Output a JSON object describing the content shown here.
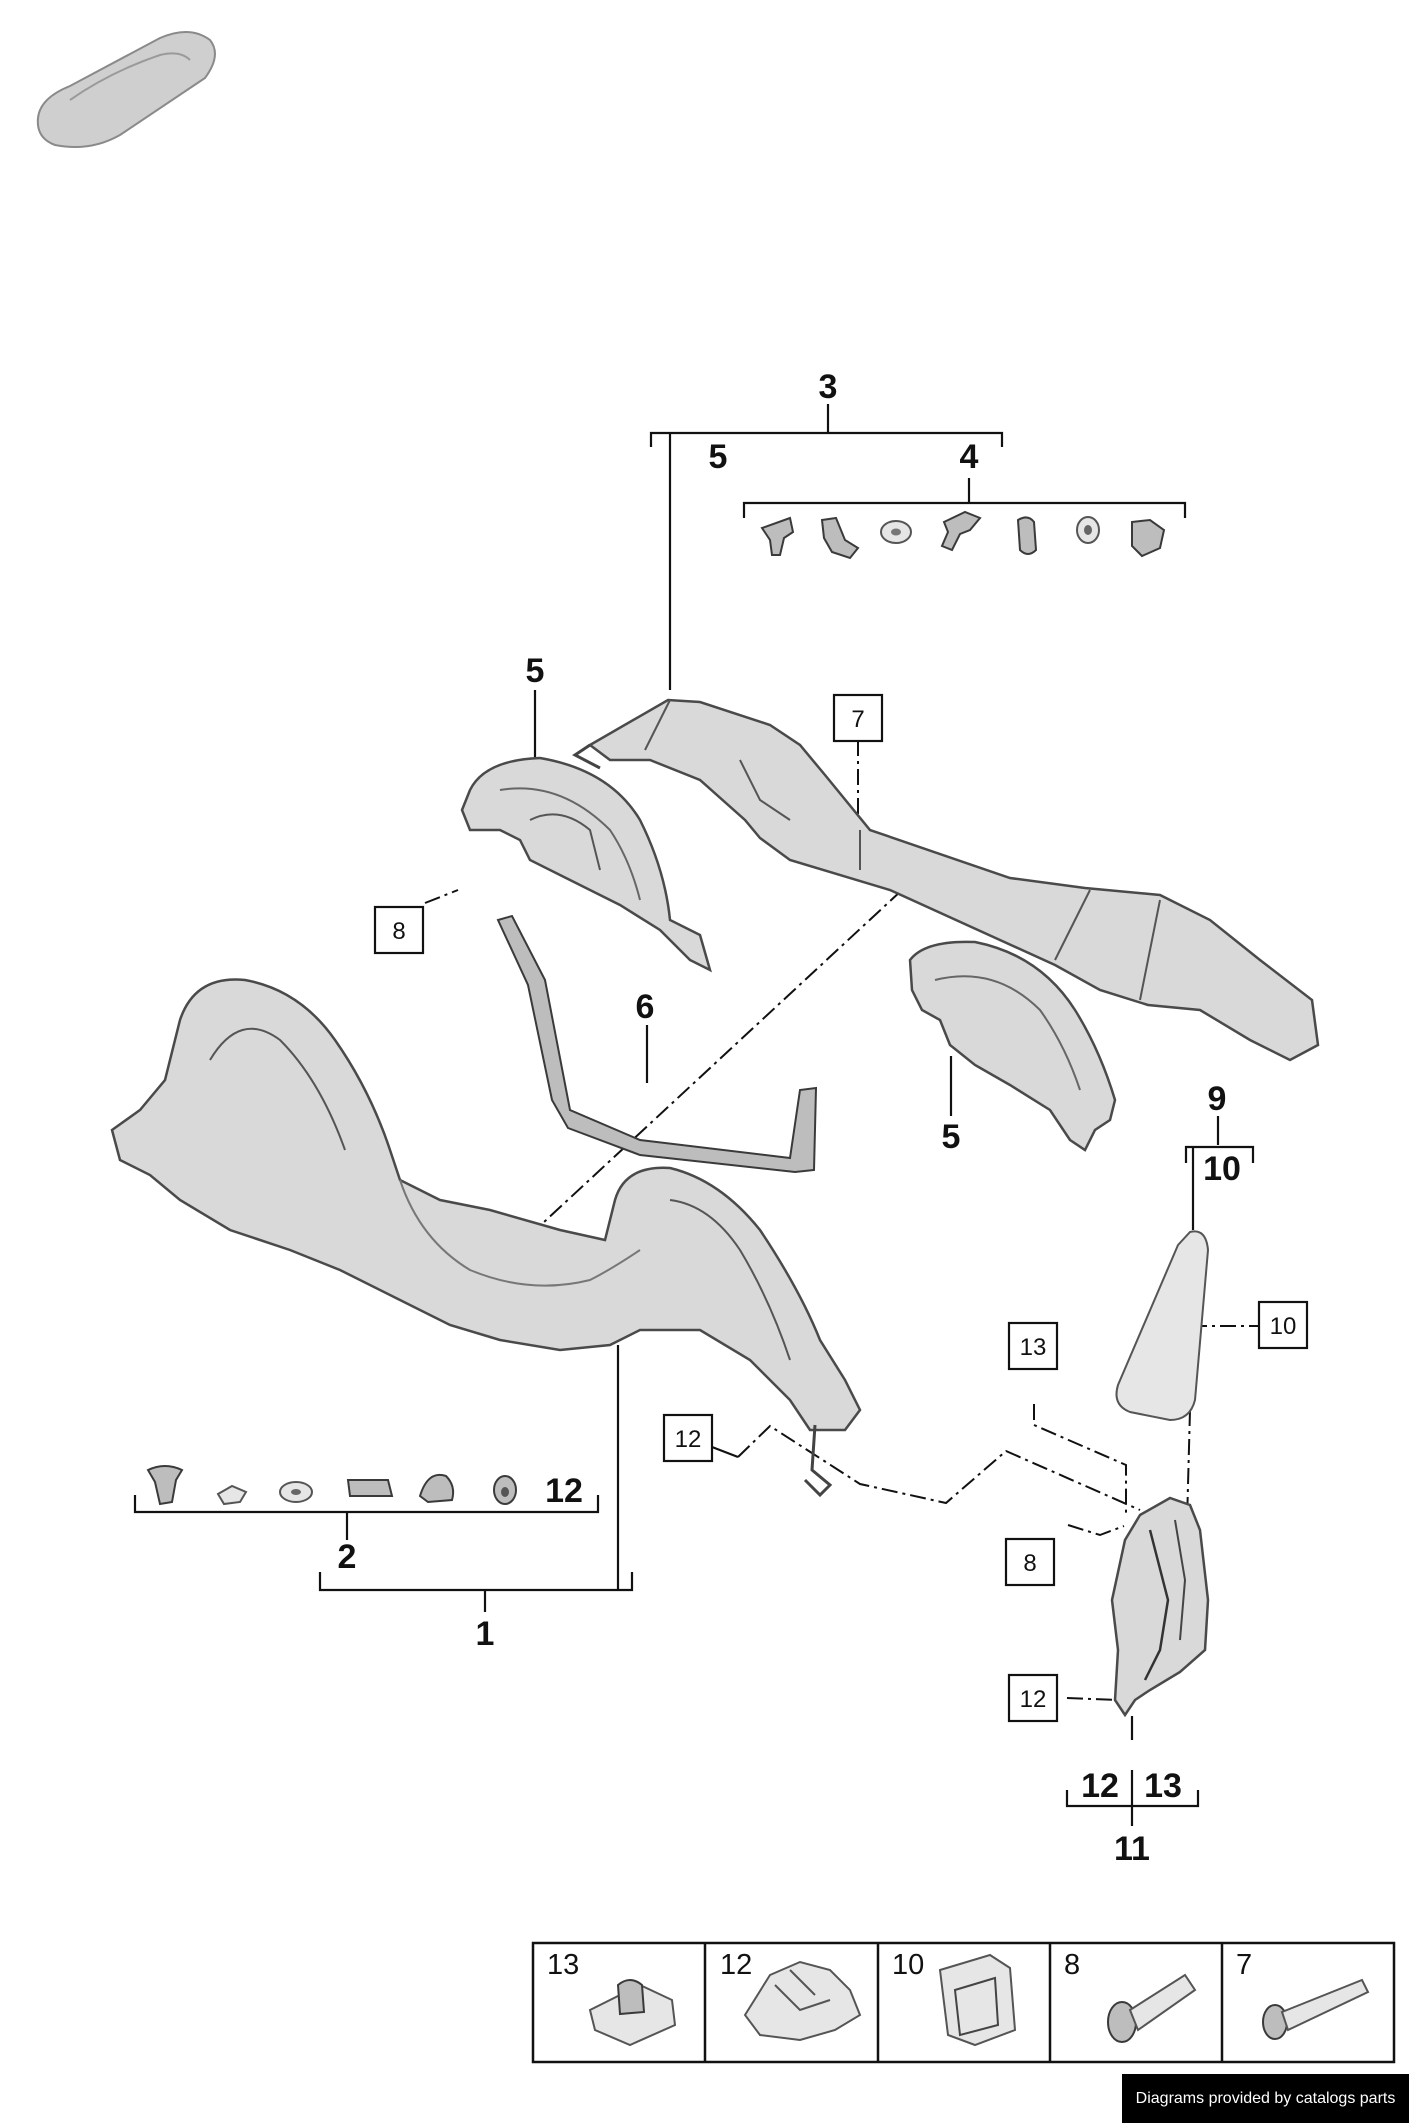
{
  "callouts": {
    "c1": "1",
    "c2": "2",
    "c3": "3",
    "c4": "4",
    "c5a": "5",
    "c5b": "5",
    "c5c": "5",
    "c6": "6",
    "c9": "9",
    "c10": "10",
    "c11": "11",
    "c12a": "12",
    "c12b": "12",
    "c13": "13"
  },
  "boxed_labels": {
    "b7": "7",
    "b8a": "8",
    "b8b": "8",
    "b10": "10",
    "b12a": "12",
    "b12b": "12",
    "b13": "13"
  },
  "legend": [
    {
      "num": "13",
      "icon": "nut-clip-icon"
    },
    {
      "num": "12",
      "icon": "spring-clip-icon"
    },
    {
      "num": "10",
      "icon": "retainer-clip-icon"
    },
    {
      "num": "8",
      "icon": "screw-icon"
    },
    {
      "num": "7",
      "icon": "long-bolt-icon"
    }
  ],
  "credit": "Diagrams provided by catalogs parts"
}
